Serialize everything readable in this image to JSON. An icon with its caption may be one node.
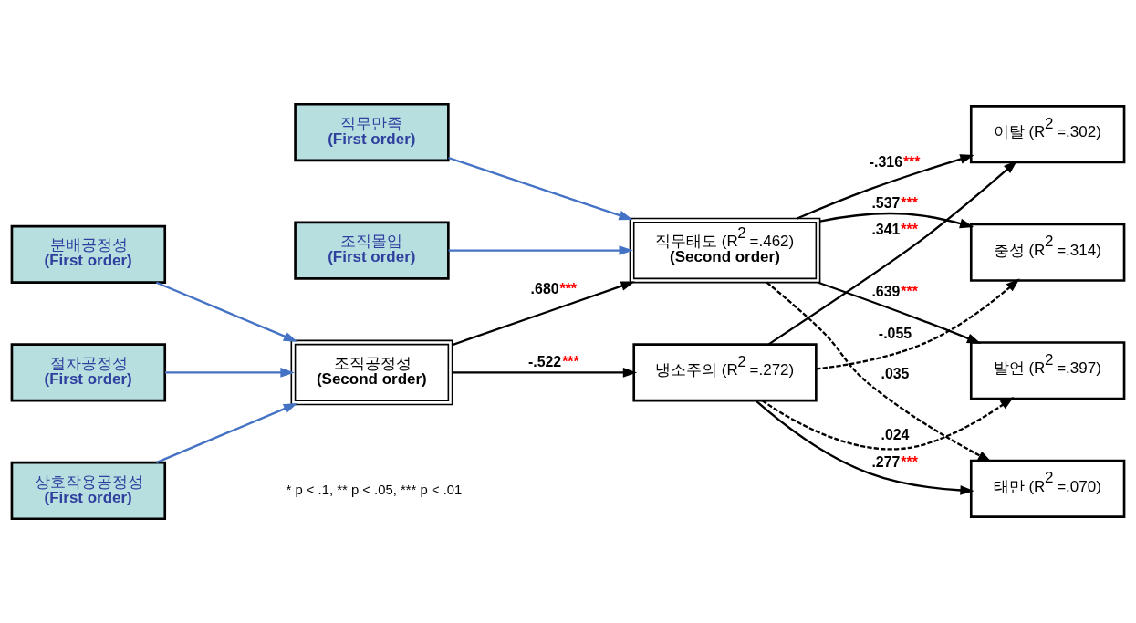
{
  "diagram": {
    "nodes": [
      {
        "text": [
          "직무만족",
          "(First order)"
        ]
      },
      {
        "text": [
          "조직몰입",
          "(First order)"
        ]
      },
      {
        "text": [
          "분배공정성",
          "(First order)"
        ]
      },
      {
        "text": [
          "절차공정성",
          "(First order)"
        ]
      },
      {
        "text": [
          "상호작용공정성",
          "(First order)"
        ]
      },
      {
        "text": [
          "조직공정성",
          "(Second order)"
        ]
      },
      {
        "text": [
          "직무태도 (R$^{2}$ =.462)",
          "(Second order)"
        ]
      },
      {
        "text": [
          "냉소주의 (R$^{2}$ =.272)"
        ]
      },
      {
        "text": [
          "이탈 (R$^{2}$ =.302)"
        ]
      },
      {
        "text": [
          "충성 (R$^{2}$ =.314)"
        ]
      },
      {
        "text": [
          "발언 (R$^{2}$ =.397)"
        ]
      },
      {
        "text": [
          "태만 (R$^{2}$ =.070)"
        ]
      }
    ],
    "edges": [
      {
        "from": 0,
        "to": 6,
        "arrow": "to",
        "color": "#4472c4"
      },
      {
        "from": 1,
        "to": 6,
        "arrow": "to",
        "color": "#4472c4"
      },
      {
        "from": 2,
        "to": 5,
        "arrow": "to",
        "color": "#4472c4"
      },
      {
        "from": 3,
        "to": 5,
        "arrow": "to",
        "color": "#4472c4"
      },
      {
        "from": 4,
        "to": 5,
        "arrow": "to",
        "color": "#4472c4"
      },
      {
        "from": 5,
        "to": 6,
        "arrow": "to",
        "label": ".680***"
      },
      {
        "from": 5,
        "to": 7,
        "arrow": "to",
        "label": "-.522***"
      },
      {
        "from": 6,
        "to": 8,
        "arrow": "to",
        "label": "-.316***"
      },
      {
        "from": 6,
        "to": 9,
        "arrow": "to",
        "label": ".537***"
      },
      {
        "from": 6,
        "to": 10,
        "arrow": "to",
        "label": ".639***"
      },
      {
        "from": 6,
        "to": 11,
        "arrow": "to",
        "label": ".035",
        "style": "dashed"
      },
      {
        "from": 7,
        "to": 8,
        "arrow": "to",
        "label": ".341***"
      },
      {
        "from": 7,
        "to": 9,
        "arrow": "to",
        "label": "-.055",
        "style": "dashed"
      },
      {
        "from": 7,
        "to": 10,
        "arrow": "to",
        "label": ".024",
        "style": "dashed"
      },
      {
        "from": 7,
        "to": 11,
        "arrow": "to",
        "label": ".277***"
      }
    ],
    "labels": [
      "* p < .1, ** p < .05, *** p < .01"
    ]
  }
}
